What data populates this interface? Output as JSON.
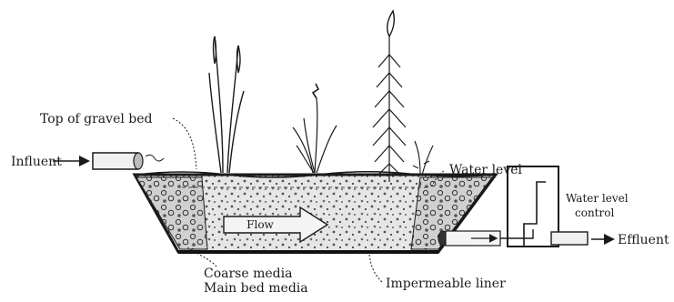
{
  "diagram": {
    "labels": {
      "influent": "Influent",
      "top_of_gravel_bed": "Top of gravel bed",
      "water_level": "Water level",
      "flow": "Flow",
      "water_level_control_line1": "Water level",
      "water_level_control_line2": "control",
      "effluent": "Effluent",
      "coarse_media": "Coarse media",
      "main_bed_media": "Main bed media",
      "impermeable_liner": "Impermeable liner"
    },
    "colors": {
      "ink": "#1a1a1a",
      "media": "#cfcfcf",
      "background": "#ffffff"
    },
    "icons": [
      "reed-plant-icon",
      "bulrush-plant-icon",
      "sedge-plant-icon",
      "fern-plant-icon"
    ]
  }
}
